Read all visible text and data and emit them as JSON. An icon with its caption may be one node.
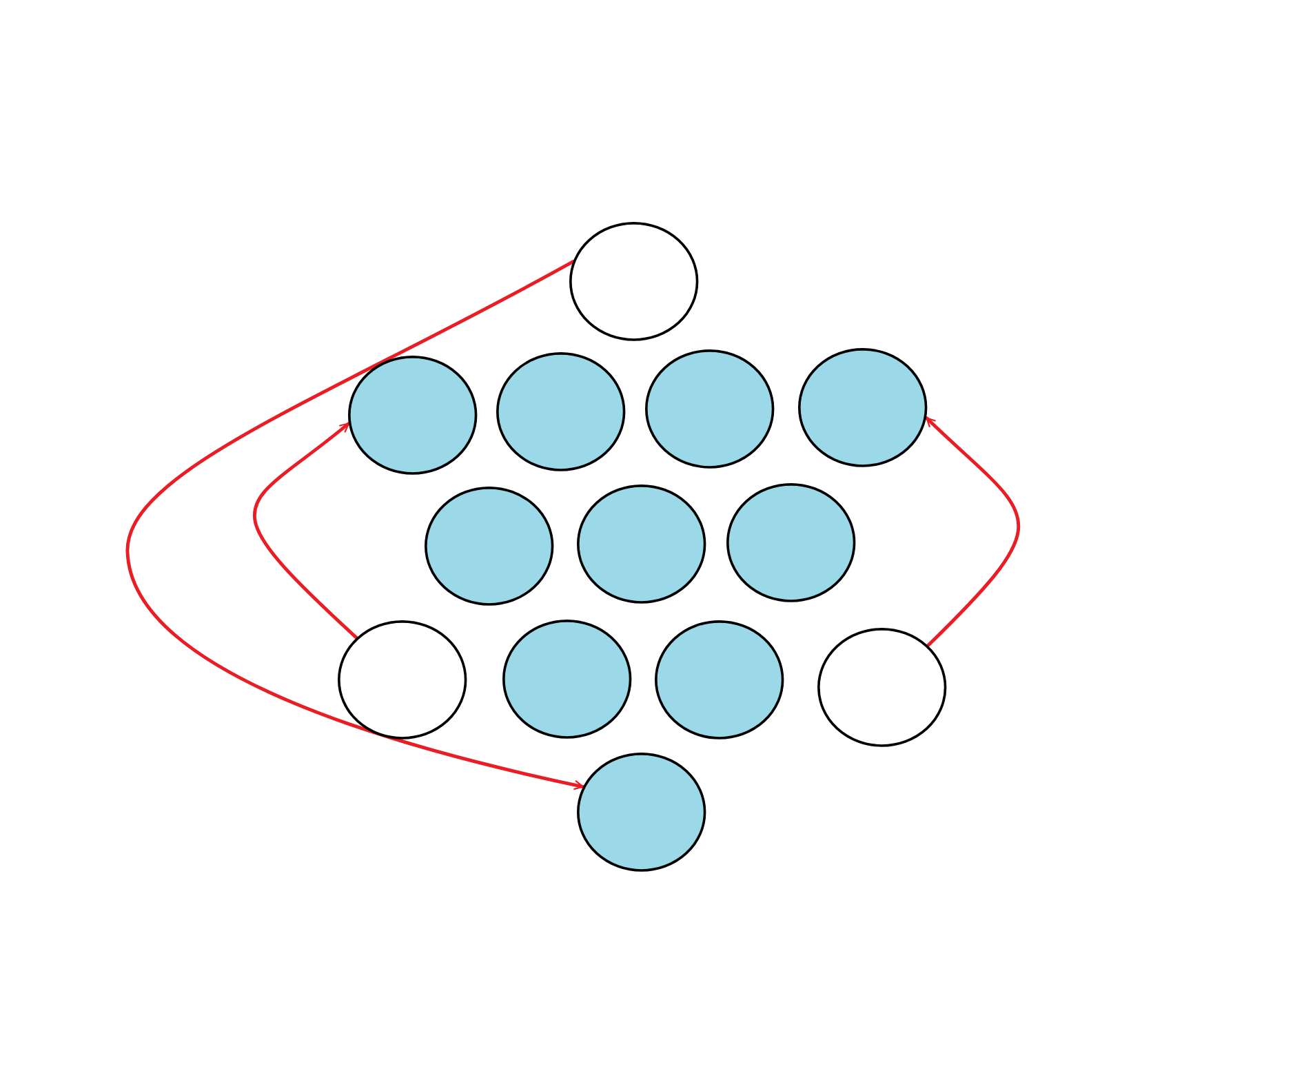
{
  "diagram": {
    "nodes": [
      {
        "text": [],
        "shape": "circle"
      },
      {
        "text": [],
        "shape": "circle"
      },
      {
        "text": [],
        "shape": "circle"
      },
      {
        "text": [],
        "shape": "circle"
      },
      {
        "text": [],
        "shape": "circle"
      },
      {
        "text": [],
        "shape": "circle"
      },
      {
        "text": [],
        "shape": "circle"
      },
      {
        "text": [],
        "shape": "circle"
      },
      {
        "text": [],
        "shape": "circle"
      },
      {
        "text": [],
        "shape": "circle"
      },
      {
        "text": [],
        "shape": "circle"
      },
      {
        "text": [],
        "shape": "circle"
      },
      {
        "text": [],
        "shape": "circle"
      }
    ],
    "edges": [
      {
        "from": 0,
        "to": 12,
        "arrow": "to"
      },
      {
        "from": 8,
        "to": 1,
        "arrow": "to"
      },
      {
        "from": 11,
        "to": 4,
        "arrow": "to"
      }
    ]
  }
}
